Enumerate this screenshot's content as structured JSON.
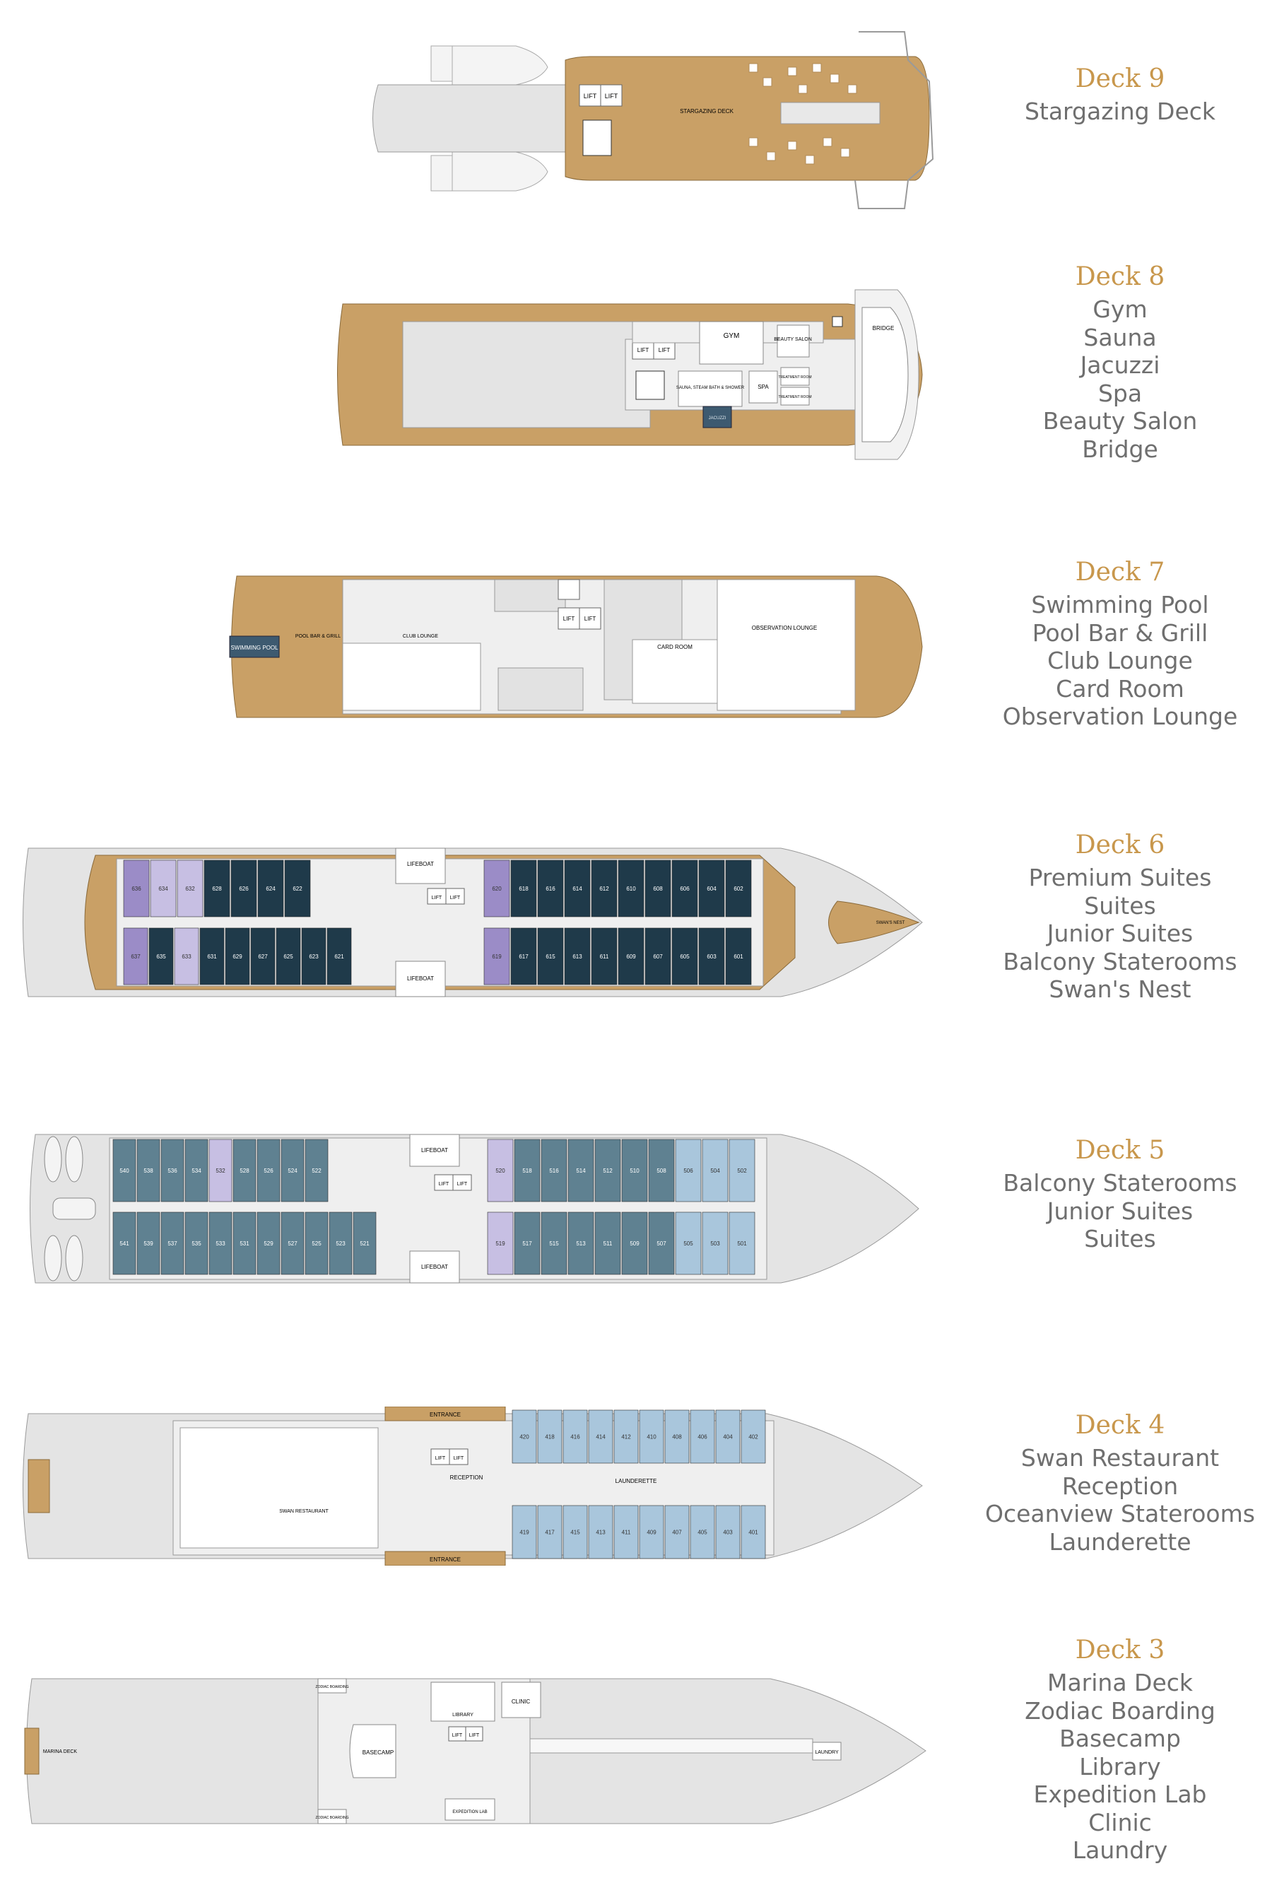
{
  "colors": {
    "deck_wood": "#c9a066",
    "hull": "#e4e4e4",
    "hull_stroke": "#9a9a9a",
    "interior": "#efefef",
    "cabin_dark": "#1f3a4a",
    "cabin_mid": "#5f8191",
    "cabin_light": "#a9c6dc",
    "cabin_purple": "#9b8cc7",
    "cabin_lilac": "#c7bfe3",
    "title_gold": "#c8974c",
    "feature_gray": "#6f6f6f"
  },
  "decks": [
    {
      "id": "deck9",
      "title": "Deck 9",
      "features": [
        "Stargazing Deck"
      ],
      "labels": {
        "area": "STARGAZING DECK",
        "lift1": "LIFT",
        "lift2": "LIFT"
      }
    },
    {
      "id": "deck8",
      "title": "Deck 8",
      "features": [
        "Gym",
        "Sauna",
        "Jacuzzi",
        "Spa",
        "Beauty Salon",
        "Bridge"
      ],
      "labels": {
        "gym": "GYM",
        "beauty": "BEAUTY SALON",
        "bridge": "BRIDGE",
        "spa": "SPA",
        "sauna": "SAUNA, STEAM BATH & SHOWER",
        "treatment1": "TREATMENT ROOM",
        "treatment2": "TREATMENT ROOM",
        "lift1": "LIFT",
        "lift2": "LIFT",
        "jacuzzi": "JACUZZI"
      }
    },
    {
      "id": "deck7",
      "title": "Deck 7",
      "features": [
        "Swimming Pool",
        "Pool Bar & Grill",
        "Club Lounge",
        "Card Room",
        "Observation Lounge"
      ],
      "labels": {
        "pool": "SWIMMING POOL",
        "poolbar": "POOL BAR & GRILL",
        "club": "CLUB LOUNGE",
        "card": "CARD ROOM",
        "observation": "OBSERVATION LOUNGE",
        "lift1": "LIFT",
        "lift2": "LIFT"
      }
    },
    {
      "id": "deck6",
      "title": "Deck 6",
      "features": [
        "Premium Suites",
        "Suites",
        "Junior Suites",
        "Balcony Staterooms",
        "Swan's Nest"
      ],
      "labels": {
        "lifeboat1": "LIFEBOAT",
        "lifeboat2": "LIFEBOAT",
        "nest": "SWAN'S NEST",
        "lift1": "LIFT",
        "lift2": "LIFT"
      },
      "cabins_aft_top": [
        "636",
        "634",
        "632",
        "628",
        "626",
        "624",
        "622"
      ],
      "cabins_aft_bottom": [
        "637",
        "635",
        "633",
        "631",
        "629",
        "627",
        "625",
        "623",
        "621"
      ],
      "cabins_fwd_top": [
        "620",
        "618",
        "616",
        "614",
        "612",
        "610",
        "608",
        "606",
        "604",
        "602"
      ],
      "cabins_fwd_bottom": [
        "619",
        "617",
        "615",
        "613",
        "611",
        "609",
        "607",
        "605",
        "603",
        "601"
      ]
    },
    {
      "id": "deck5",
      "title": "Deck 5",
      "features": [
        "Balcony Staterooms",
        "Junior Suites",
        "Suites"
      ],
      "labels": {
        "lifeboat1": "LIFEBOAT",
        "lifeboat2": "LIFEBOAT",
        "lift1": "LIFT",
        "lift2": "LIFT"
      },
      "cabins_aft_top": [
        "540",
        "538",
        "536",
        "534",
        "532",
        "528",
        "526",
        "524",
        "522"
      ],
      "cabins_aft_bottom": [
        "541",
        "539",
        "537",
        "535",
        "533",
        "531",
        "529",
        "527",
        "525",
        "523",
        "521"
      ],
      "cabins_fwd_top": [
        "520",
        "518",
        "516",
        "514",
        "512",
        "510",
        "508",
        "506",
        "504",
        "502"
      ],
      "cabins_fwd_bottom": [
        "519",
        "517",
        "515",
        "513",
        "511",
        "509",
        "507",
        "505",
        "503",
        "501"
      ]
    },
    {
      "id": "deck4",
      "title": "Deck 4",
      "features": [
        "Swan Restaurant",
        "Reception",
        "Oceanview Staterooms",
        "Launderette"
      ],
      "labels": {
        "entrance1": "ENTRANCE",
        "entrance2": "ENTRANCE",
        "reception": "RECEPTION",
        "restaurant": "SWAN RESTAURANT",
        "launderette": "LAUNDERETTE",
        "lift1": "LIFT",
        "lift2": "LIFT"
      },
      "cabins_top": [
        "420",
        "418",
        "416",
        "414",
        "412",
        "410",
        "408",
        "406",
        "404",
        "402"
      ],
      "cabins_bottom": [
        "419",
        "417",
        "415",
        "413",
        "411",
        "409",
        "407",
        "405",
        "403",
        "401"
      ]
    },
    {
      "id": "deck3",
      "title": "Deck 3",
      "features": [
        "Marina Deck",
        "Zodiac Boarding",
        "Basecamp",
        "Library",
        "Expedition Lab",
        "Clinic",
        "Laundry"
      ],
      "labels": {
        "marina": "MARINA DECK",
        "zodiac1": "ZODIAC BOARDING",
        "zodiac2": "ZODIAC BOARDING",
        "basecamp": "BASECAMP",
        "library": "LIBRARY",
        "clinic": "CLINIC",
        "lab": "EXPEDITION LAB",
        "laundry": "LAUNDRY",
        "lift1": "LIFT",
        "lift2": "LIFT"
      }
    }
  ]
}
